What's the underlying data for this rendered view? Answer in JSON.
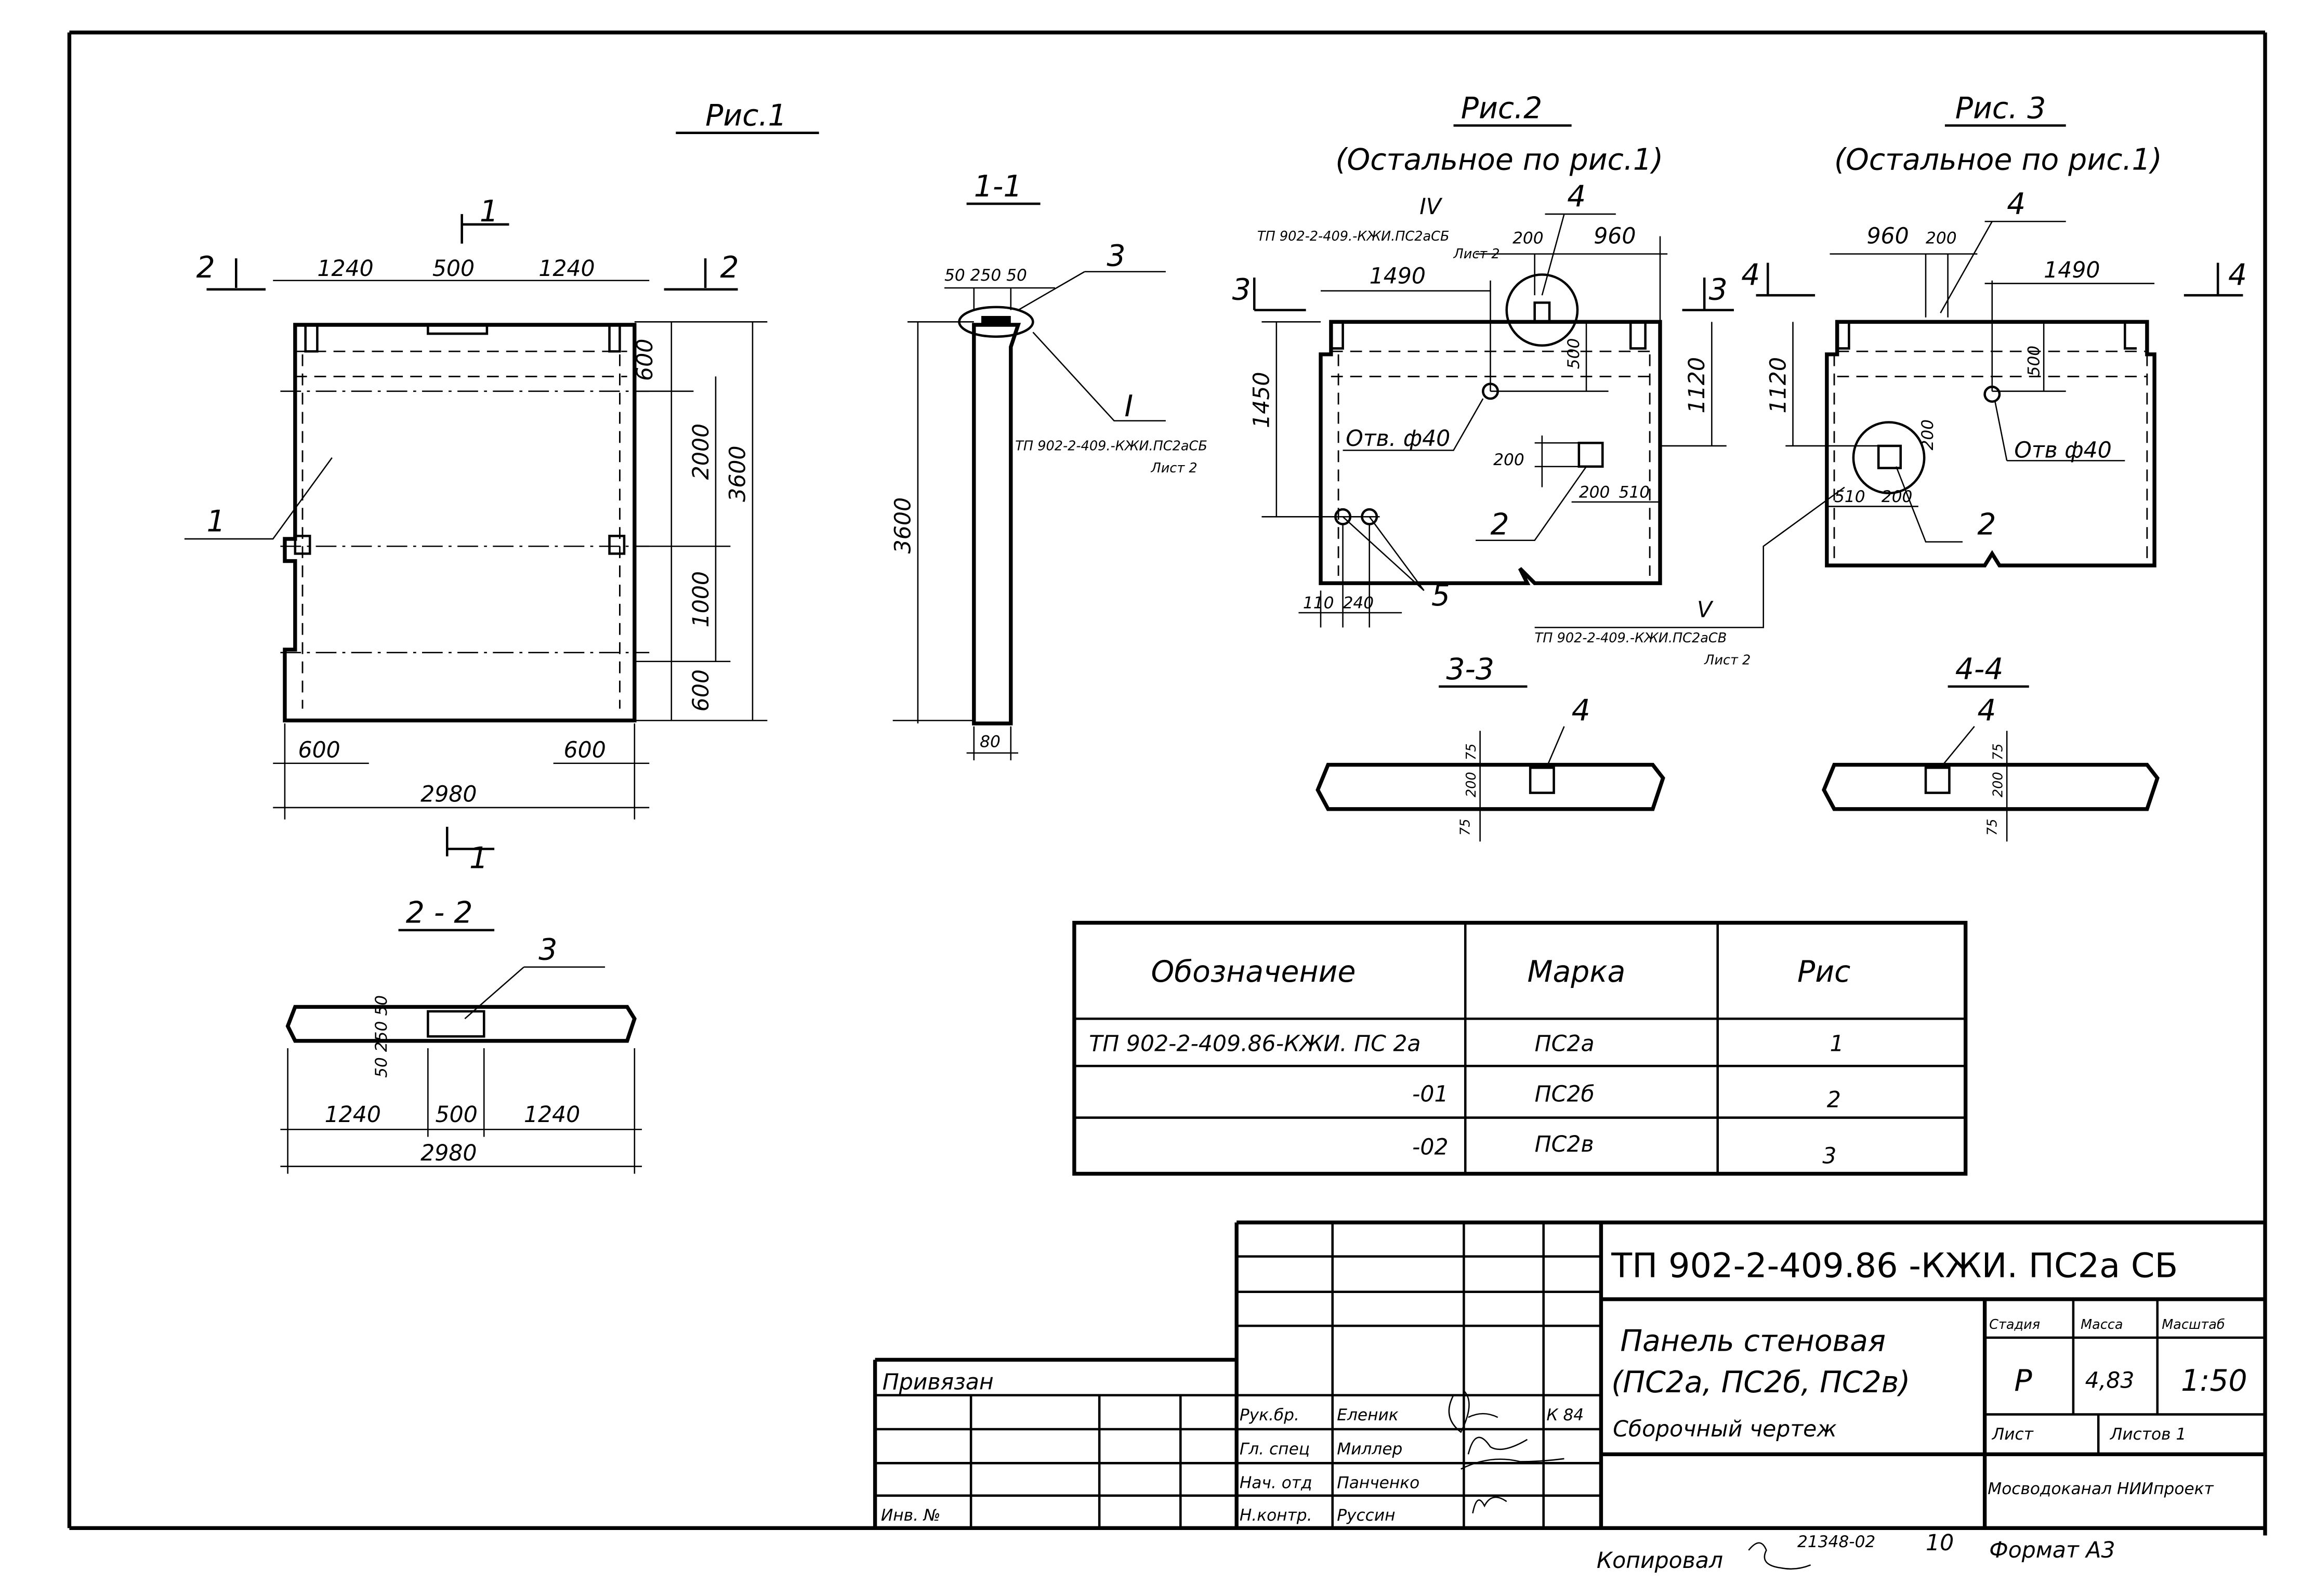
{
  "fig1": {
    "title": "Рис.1",
    "top_dims": [
      "1240",
      "500",
      "1240"
    ],
    "right_dims": [
      "600",
      "2000",
      "1000",
      "600"
    ],
    "overall_height": "3600",
    "bottom_dims": [
      "600",
      "600"
    ],
    "overall_width": "2980",
    "section_marks": [
      "1",
      "1",
      "2",
      "2"
    ],
    "leader": "1"
  },
  "section_2_2": {
    "title": "2 - 2",
    "vert_dims": "50 250 50",
    "dims": [
      "1240",
      "500",
      "1240"
    ],
    "overall": "2980",
    "leader": "3"
  },
  "section_1_1": {
    "title": "1-1",
    "top_dims": "50 250 50",
    "leader": "3",
    "detail": "I",
    "ref": "ТП 902-2-409.-КЖИ.ПС2аСБ",
    "ref_sheet": "Лист 2",
    "height": "3600",
    "thickness": "80"
  },
  "fig2": {
    "title": "Рис.2",
    "subtitle": "(Остальное по рис.1)",
    "detail_iv": "IV",
    "ref_iv": "ТП 902-2-409.-КЖИ.ПС2аСБ",
    "ref_iv_sheet": "Лист 2",
    "dims": {
      "d200": "200",
      "d960": "960",
      "d1490": "1490",
      "d1450": "1450",
      "d1120": "1120",
      "d500": "500",
      "hole200": "200",
      "hole200b": "200",
      "hole510": "510",
      "d110": "110",
      "d240": "240"
    },
    "hole_label": "Отв. ф40",
    "leaders": [
      "4",
      "2",
      "5"
    ],
    "section_marks": [
      "3",
      "3"
    ],
    "detail_v": "V",
    "ref_v": "ТП 902-2-409.-КЖИ.ПС2аСВ",
    "ref_v_sheet": "Лист 2"
  },
  "fig3": {
    "title": "Рис. 3",
    "subtitle": "(Остальное по рис.1)",
    "dims": {
      "d960": "960",
      "d200": "200",
      "d1490": "1490",
      "d1120": "1120",
      "d500": "500",
      "d200v": "200",
      "d510": "510",
      "d200h": "200"
    },
    "hole_label": "Отв ф40",
    "leaders": [
      "4",
      "2"
    ],
    "section_marks": [
      "4",
      "4"
    ]
  },
  "section_3_3": {
    "title": "3-3",
    "dims": [
      "75",
      "200",
      "75"
    ],
    "leader": "4"
  },
  "section_4_4": {
    "title": "4-4",
    "dims": [
      "75",
      "200",
      "75"
    ],
    "leader": "4"
  },
  "table": {
    "headers": [
      "Обозначение",
      "Марка",
      "Рис"
    ],
    "rows": [
      [
        "ТП 902-2-409.86-КЖИ. ПС 2а",
        "ПС2а",
        "1"
      ],
      [
        "-01",
        "ПС2б",
        "2"
      ],
      [
        "-02",
        "ПС2в",
        "3"
      ]
    ]
  },
  "title_block": {
    "code": "ТП 902-2-409.86 -КЖИ. ПС2а СБ",
    "name_lines": [
      "Панель стеновая",
      "(ПС2а, ПС2б, ПС2в)",
      "Сборочный чертеж"
    ],
    "stage_label": "Стадия",
    "mass_label": "Масса",
    "scale_label": "Масштаб",
    "stage": "Р",
    "mass": "4,83",
    "scale": "1:50",
    "sheet_label": "Лист",
    "sheets_label": "Листов 1",
    "organization": "Мосводоканал НИИпроект",
    "bound_label": "Привязан",
    "inv_label": "Инв. №",
    "signatures": [
      {
        "role": "Рук.бр.",
        "name": "Еленик",
        "date": "К 84"
      },
      {
        "role": "Гл. спец",
        "name": "Миллер",
        "date": ""
      },
      {
        "role": "Нач. отд",
        "name": "Панченко",
        "date": ""
      },
      {
        "role": "Н.контр.",
        "name": "Руссин",
        "date": ""
      }
    ]
  },
  "footer": {
    "copied_label": "Копировал",
    "number": "21348-02",
    "sheet_no": "10",
    "format": "Формат А3"
  }
}
